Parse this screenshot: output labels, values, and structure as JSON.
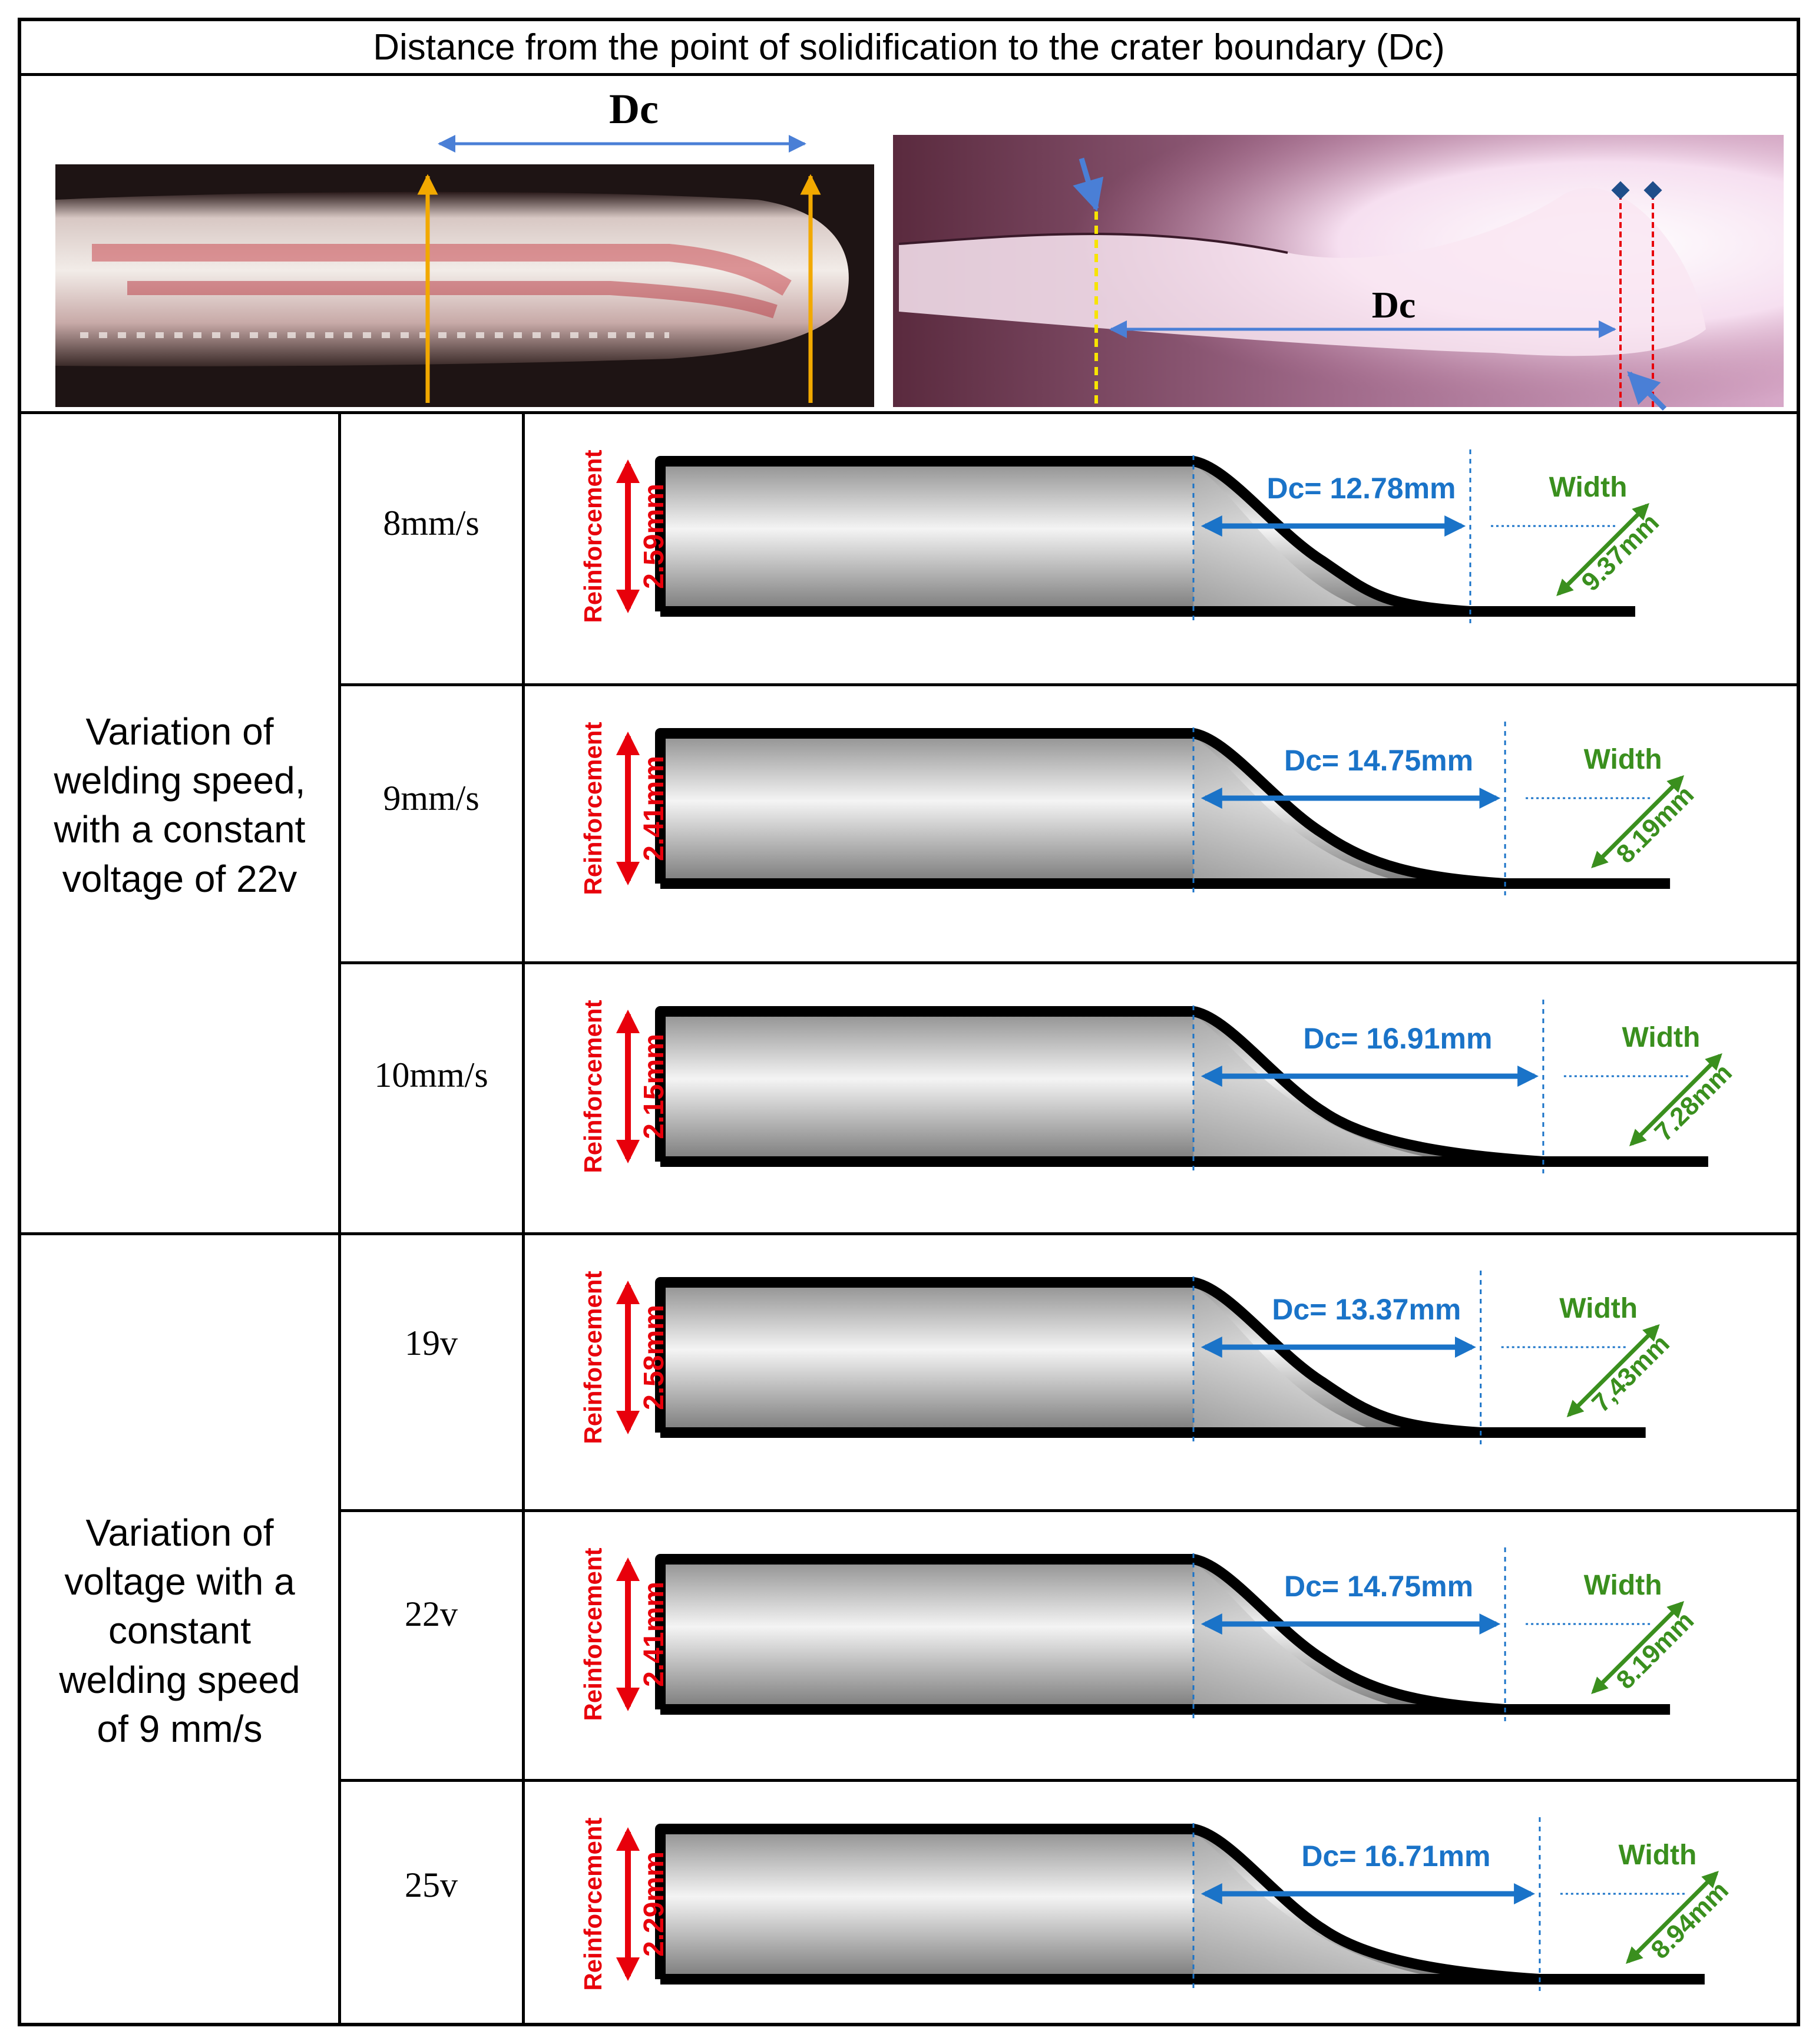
{
  "title": "Distance from the point of solidification to the crater boundary (Dc)",
  "photos": {
    "left_dc_label": "Dc",
    "right_dc_label": "Dc"
  },
  "groups": [
    {
      "label_lines": [
        "Variation of",
        "welding speed,",
        "with a constant",
        "voltage of 22v"
      ],
      "rows": [
        {
          "param": "8mm/s",
          "reinforcement": "2.59mm",
          "dc": "Dc= 12.78mm",
          "width": "9.37mm",
          "dc_value": 12.78
        },
        {
          "param": "9mm/s",
          "reinforcement": "2.41mm",
          "dc": "Dc= 14.75mm",
          "width": "8.19mm",
          "dc_value": 14.75
        },
        {
          "param": "10mm/s",
          "reinforcement": "2.15mm",
          "dc": "Dc= 16.91mm",
          "width": "7.28mm",
          "dc_value": 16.91
        }
      ]
    },
    {
      "label_lines": [
        "Variation of",
        "voltage with a",
        "constant",
        "welding speed",
        "of 9 mm/s"
      ],
      "rows": [
        {
          "param": "19v",
          "reinforcement": "2.58mm",
          "dc": "Dc= 13.37mm",
          "width": "7,43mm",
          "dc_value": 13.37
        },
        {
          "param": "22v",
          "reinforcement": "2.41mm",
          "dc": "Dc= 14.75mm",
          "width": "8.19mm",
          "dc_value": 14.75
        },
        {
          "param": "25v",
          "reinforcement": "2.29mm",
          "dc": "Dc= 16.71mm",
          "width": "8.94mm",
          "dc_value": 16.71
        }
      ]
    }
  ],
  "common": {
    "reinforcement_label": "Reinforcement",
    "width_label": "Width"
  },
  "colors": {
    "reinforcement": "#e8000b",
    "dc": "#1a73c8",
    "width": "#3a8f1e",
    "photo_arrow": "#f2a900",
    "outline": "#000000"
  }
}
